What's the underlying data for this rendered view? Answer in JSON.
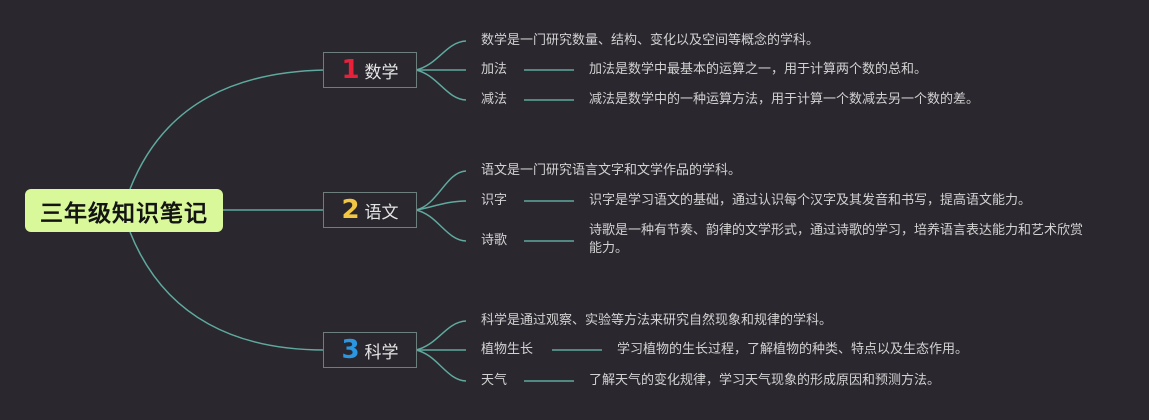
{
  "root": {
    "label": "三年级知识笔记",
    "color": "#d9f89a"
  },
  "branches": [
    {
      "number": "1",
      "number_color": "#e8203a",
      "label": "数学",
      "intro": "数学是一门研究数量、结构、变化以及空间等概念的学科。",
      "items": [
        {
          "term": "加法",
          "desc": "加法是数学中最基本的运算之一，用于计算两个数的总和。"
        },
        {
          "term": "减法",
          "desc": "减法是数学中的一种运算方法，用于计算一个数减去另一个数的差。"
        }
      ]
    },
    {
      "number": "2",
      "number_color": "#f2c744",
      "label": "语文",
      "intro": "语文是一门研究语言文字和文学作品的学科。",
      "items": [
        {
          "term": "识字",
          "desc": "识字是学习语文的基础，通过认识每个汉字及其发音和书写，提高语文能力。"
        },
        {
          "term": "诗歌",
          "desc": "诗歌是一种有节奏、韵律的文学形式，通过诗歌的学习，培养语言表达能力和艺术欣赏能力。"
        }
      ]
    },
    {
      "number": "3",
      "number_color": "#2b97e3",
      "label": "科学",
      "intro": "科学是通过观察、实验等方法来研究自然现象和规律的学科。",
      "items": [
        {
          "term": "植物生长",
          "desc": "学习植物的生长过程，了解植物的种类、特点以及生态作用。"
        },
        {
          "term": "天气",
          "desc": "了解天气的变化规律，学习天气现象的形成原因和预测方法。"
        }
      ]
    }
  ],
  "edge_color": "#5fa99e"
}
